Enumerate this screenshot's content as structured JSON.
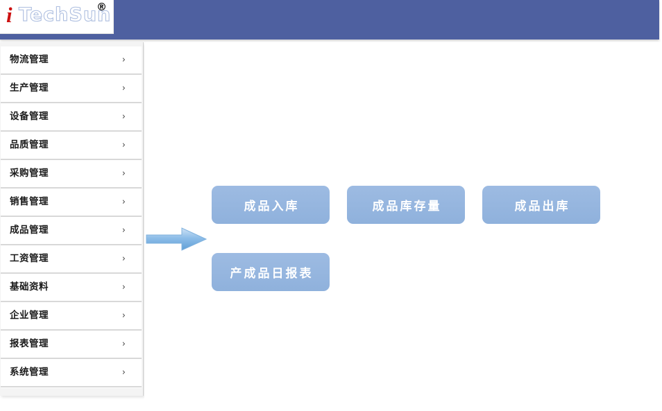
{
  "header": {
    "brand_initial": "i",
    "brand_name": "TechSun",
    "brand_trademark": "®",
    "bar_color": "#4e60a0"
  },
  "sidebar": {
    "chevron_glyph": "›",
    "items": [
      {
        "label": "物流管理"
      },
      {
        "label": "生产管理"
      },
      {
        "label": "设备管理"
      },
      {
        "label": "品质管理"
      },
      {
        "label": "采购管理"
      },
      {
        "label": "销售管理"
      },
      {
        "label": "成品管理"
      },
      {
        "label": "工资管理"
      },
      {
        "label": "基础资料"
      },
      {
        "label": "企业管理"
      },
      {
        "label": "报表管理"
      },
      {
        "label": "系统管理"
      }
    ]
  },
  "main": {
    "tiles": [
      {
        "label": "成品入库"
      },
      {
        "label": "成品库存量"
      },
      {
        "label": "成品出库"
      },
      {
        "label": "产成品日报表"
      }
    ],
    "tile_color": "#93b4dd",
    "arrow_color": "#6fa8dc"
  }
}
